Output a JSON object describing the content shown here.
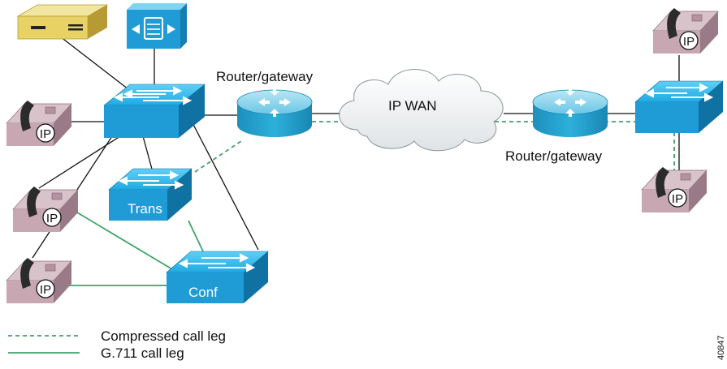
{
  "labels": {
    "router_left": "Router/gateway",
    "router_right": "Router/gateway",
    "wan": "IP WAN",
    "switch_trans": "Trans",
    "switch_conf": "Conf",
    "phone_tag": "IP",
    "figure_id": "40847"
  },
  "legend": {
    "compressed": "Compressed call leg",
    "g711": "G.711 call leg"
  },
  "colors": {
    "link_line": "#111111",
    "compressed_leg": "#3fa36a",
    "g711_leg": "#3fa36a",
    "switch_face": "#1f9bd6",
    "switch_top": "#29b6ea",
    "router_body": "#2aa7cf",
    "cloud": "#eef0f1",
    "phone_body": "#c7a8b2",
    "voicemail_box": "#e8d266"
  }
}
